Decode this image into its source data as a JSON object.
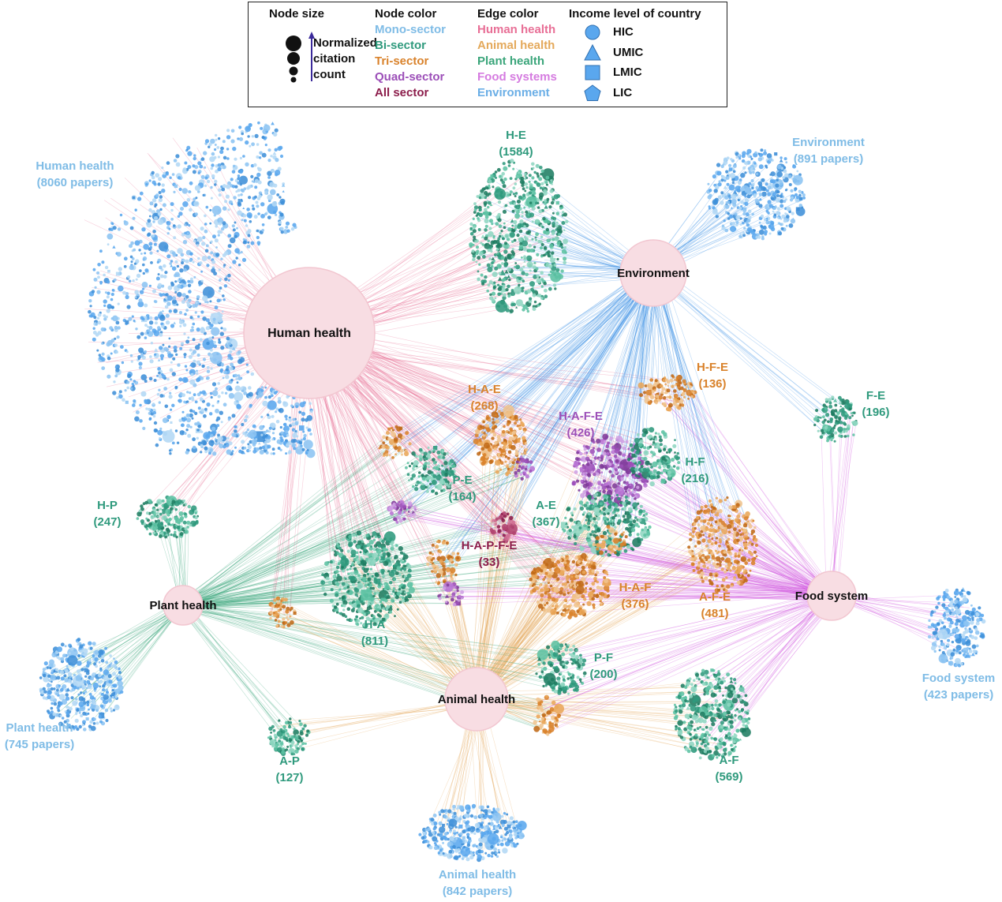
{
  "legend": {
    "node_size": {
      "heading": "Node size",
      "label_line1": "Normalized",
      "label_line2": "citation",
      "label_line3": "count"
    },
    "node_color": {
      "heading": "Node color",
      "items": [
        {
          "label": "Mono-sector",
          "color": "#7fbce6"
        },
        {
          "label": "Bi-sector",
          "color": "#2f9a7d"
        },
        {
          "label": "Tri-sector",
          "color": "#d9822b"
        },
        {
          "label": "Quad-sector",
          "color": "#9c4fb8"
        },
        {
          "label": "All sector",
          "color": "#8c1d4b"
        }
      ]
    },
    "edge_color": {
      "heading": "Edge color",
      "items": [
        {
          "label": "Human health",
          "color": "#e86f96"
        },
        {
          "label": "Animal health",
          "color": "#e4a95b"
        },
        {
          "label": "Plant health",
          "color": "#3aa57a"
        },
        {
          "label": "Food systems",
          "color": "#d57be0"
        },
        {
          "label": "Environment",
          "color": "#6aaee6"
        }
      ]
    },
    "income": {
      "heading": "Income level of country",
      "items": [
        {
          "label": "HIC",
          "shape": "circle"
        },
        {
          "label": "UMIC",
          "shape": "triangle"
        },
        {
          "label": "LMIC",
          "shape": "square"
        },
        {
          "label": "LIC",
          "shape": "pentagon"
        }
      ],
      "color": "#5aa7ee"
    }
  },
  "hubs": [
    {
      "id": "human",
      "label": "Human health",
      "edge_color": "#e86f96"
    },
    {
      "id": "environment",
      "label": "Environment",
      "edge_color": "#3a8ee6"
    },
    {
      "id": "plant",
      "label": "Plant health",
      "edge_color": "#3aa57a"
    },
    {
      "id": "animal",
      "label": "Animal health",
      "edge_color": "#e4a95b"
    },
    {
      "id": "food",
      "label": "Food system",
      "edge_color": "#d057e0"
    }
  ],
  "clusters": [
    {
      "id": "mono-human",
      "name": "Human health",
      "count": "(8060 papers)",
      "type": "mono",
      "hubs": [
        "human"
      ]
    },
    {
      "id": "mono-environment",
      "name": "Environment",
      "count": "(891 papers)",
      "type": "mono",
      "hubs": [
        "environment"
      ]
    },
    {
      "id": "mono-plant",
      "name": "Plant health",
      "count": "(745 papers)",
      "type": "mono",
      "hubs": [
        "plant"
      ]
    },
    {
      "id": "mono-animal",
      "name": "Animal health",
      "count": "(842 papers)",
      "type": "mono",
      "hubs": [
        "animal"
      ]
    },
    {
      "id": "mono-food",
      "name": "Food system",
      "count": "(423 papers)",
      "type": "mono",
      "hubs": [
        "food"
      ]
    },
    {
      "id": "H-E",
      "name": "H-E",
      "count": "(1584)",
      "type": "bi",
      "hubs": [
        "human",
        "environment"
      ]
    },
    {
      "id": "H-F-E",
      "name": "H-F-E",
      "count": "(136)",
      "type": "tri",
      "hubs": [
        "human",
        "food",
        "environment"
      ]
    },
    {
      "id": "F-E",
      "name": "F-E",
      "count": "(196)",
      "type": "bi",
      "hubs": [
        "food",
        "environment"
      ]
    },
    {
      "id": "H-A-E",
      "name": "H-A-E",
      "count": "(268)",
      "type": "tri",
      "hubs": [
        "human",
        "animal",
        "environment"
      ]
    },
    {
      "id": "H-A-F-E",
      "name": "H-A-F-E",
      "count": "(426)",
      "type": "quad",
      "hubs": [
        "human",
        "animal",
        "food",
        "environment"
      ]
    },
    {
      "id": "H-F",
      "name": "H-F",
      "count": "(216)",
      "type": "bi",
      "hubs": [
        "human",
        "food"
      ]
    },
    {
      "id": "P-E",
      "name": "P-E",
      "count": "(164)",
      "type": "bi",
      "hubs": [
        "plant",
        "environment"
      ]
    },
    {
      "id": "H-P",
      "name": "H-P",
      "count": "(247)",
      "type": "bi",
      "hubs": [
        "human",
        "plant"
      ]
    },
    {
      "id": "A-E",
      "name": "A-E",
      "count": "(367)",
      "type": "bi",
      "hubs": [
        "animal",
        "environment"
      ]
    },
    {
      "id": "H-A-P-F-E",
      "name": "H-A-P-F-E",
      "count": "(33)",
      "type": "all",
      "hubs": [
        "human",
        "animal",
        "plant",
        "food",
        "environment"
      ]
    },
    {
      "id": "H-A",
      "name": "H-A",
      "count": "(811)",
      "type": "bi",
      "hubs": [
        "human",
        "animal"
      ]
    },
    {
      "id": "H-A-F",
      "name": "H-A-F",
      "count": "(376)",
      "type": "tri",
      "hubs": [
        "human",
        "animal",
        "food"
      ]
    },
    {
      "id": "A-F-E",
      "name": "A-F-E",
      "count": "(481)",
      "type": "tri",
      "hubs": [
        "animal",
        "food",
        "environment"
      ]
    },
    {
      "id": "P-F",
      "name": "P-F",
      "count": "(200)",
      "type": "bi",
      "hubs": [
        "plant",
        "food"
      ]
    },
    {
      "id": "A-P",
      "name": "A-P",
      "count": "(127)",
      "type": "bi",
      "hubs": [
        "animal",
        "plant"
      ]
    },
    {
      "id": "A-F",
      "name": "A-F",
      "count": "(569)",
      "type": "bi",
      "hubs": [
        "animal",
        "food"
      ]
    },
    {
      "id": "u-tri-1",
      "name": "",
      "count": "",
      "type": "tri",
      "hubs": [
        "human",
        "plant",
        "environment"
      ]
    },
    {
      "id": "u-tri-2",
      "name": "",
      "count": "",
      "type": "tri",
      "hubs": [
        "human",
        "plant",
        "animal"
      ]
    },
    {
      "id": "u-tri-3",
      "name": "",
      "count": "",
      "type": "tri",
      "hubs": [
        "plant",
        "animal",
        "food"
      ]
    },
    {
      "id": "u-tri-4",
      "name": "",
      "count": "",
      "type": "tri",
      "hubs": [
        "plant",
        "animal",
        "environment"
      ]
    },
    {
      "id": "u-tri-5",
      "name": "",
      "count": "",
      "type": "tri",
      "hubs": [
        "animal",
        "plant",
        "food"
      ]
    },
    {
      "id": "u-quad-1",
      "name": "",
      "count": "",
      "type": "quad",
      "hubs": [
        "human",
        "plant",
        "food",
        "environment"
      ]
    },
    {
      "id": "u-quad-2",
      "name": "",
      "count": "",
      "type": "quad",
      "hubs": [
        "human",
        "animal",
        "plant",
        "environment"
      ]
    },
    {
      "id": "u-quad-3",
      "name": "",
      "count": "",
      "type": "quad",
      "hubs": [
        "human",
        "animal",
        "plant",
        "food"
      ]
    },
    {
      "id": "u-tri-6",
      "name": "",
      "count": "",
      "type": "tri",
      "hubs": [
        "human",
        "plant",
        "food"
      ]
    }
  ],
  "palette": {
    "mono": [
      "#5aa7ee",
      "#8cc4f2",
      "#3f8fd8",
      "#b3d8f5"
    ],
    "bi": [
      "#2f9a7d",
      "#5cc2a3",
      "#1f7d62",
      "#8fd6c1"
    ],
    "tri": [
      "#d9822b",
      "#e9a659",
      "#c06a18",
      "#f0c48e"
    ],
    "quad": [
      "#9c4fb8",
      "#b874d4",
      "#7f3a9a",
      "#cfa0e4"
    ],
    "all": [
      "#8c1d4b",
      "#b04470",
      "#d06f93"
    ]
  }
}
